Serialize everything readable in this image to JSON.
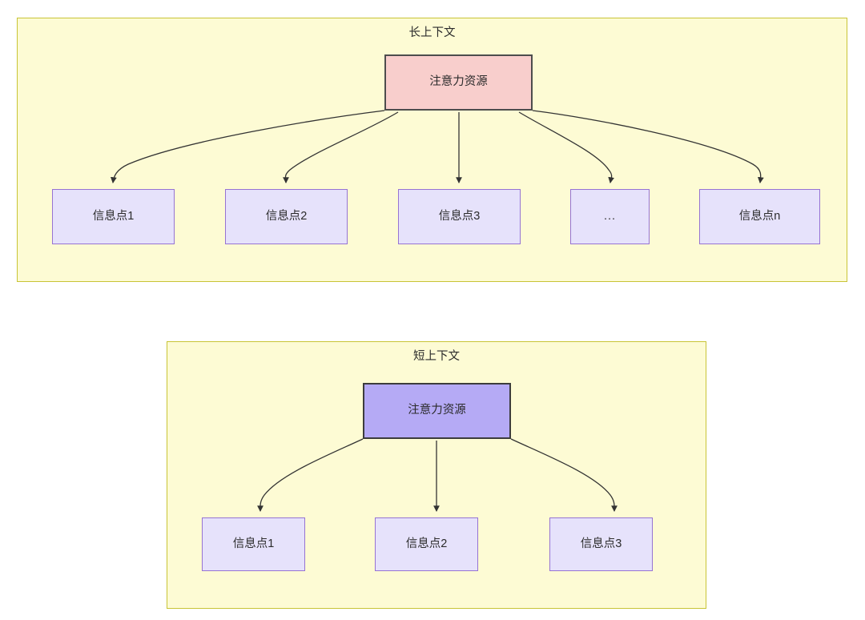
{
  "diagram": {
    "type": "flowchart",
    "background": "#ffffff",
    "colors": {
      "container_fill": "#fdfbd4",
      "container_stroke": "#c8c436",
      "attention_long_fill": "#f8cecc",
      "attention_long_stroke": "#4d4d4d",
      "attention_short_fill": "#b5aaf5",
      "attention_short_stroke": "#3c3c3c",
      "info_fill": "#e6e2fb",
      "info_stroke": "#9673d3",
      "edge_stroke": "#333333",
      "text": "#2b2b2b"
    },
    "groups": [
      {
        "id": "long-context",
        "title": "长上下文",
        "root": {
          "id": "attention-long",
          "label": "注意力资源"
        },
        "children": [
          {
            "id": "info-long-1",
            "label": "信息点1"
          },
          {
            "id": "info-long-2",
            "label": "信息点2"
          },
          {
            "id": "info-long-3",
            "label": "信息点3"
          },
          {
            "id": "info-long-ellipsis",
            "label": "..."
          },
          {
            "id": "info-long-n",
            "label": "信息点n"
          }
        ]
      },
      {
        "id": "short-context",
        "title": "短上下文",
        "root": {
          "id": "attention-short",
          "label": "注意力资源"
        },
        "children": [
          {
            "id": "info-short-1",
            "label": "信息点1"
          },
          {
            "id": "info-short-2",
            "label": "信息点2"
          },
          {
            "id": "info-short-3",
            "label": "信息点3"
          }
        ]
      }
    ]
  }
}
